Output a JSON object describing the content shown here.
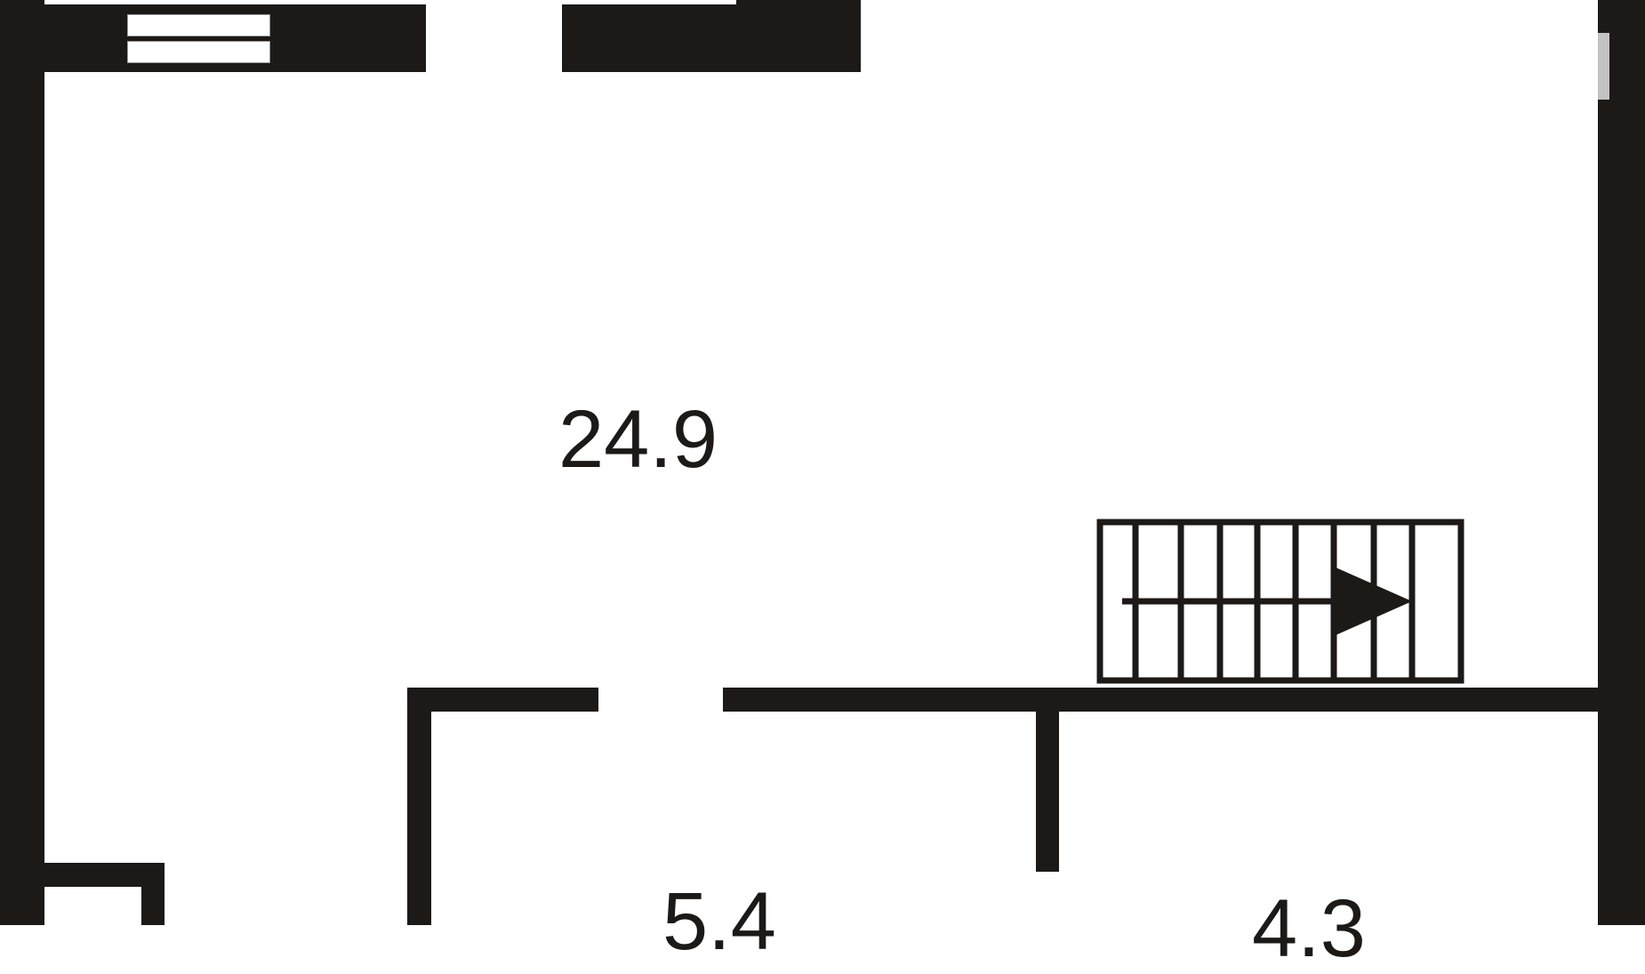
{
  "floorplan": {
    "rooms": [
      {
        "id": "main-room",
        "area_label": "24.9"
      },
      {
        "id": "room-bottom-center",
        "area_label": "5.4"
      },
      {
        "id": "room-bottom-right",
        "area_label": "4.3"
      }
    ],
    "stairs": {
      "tread_count": 9,
      "direction": "right"
    },
    "colors": {
      "wall": "#1c1917",
      "background": "#ffffff",
      "tab": "#c3c3c3"
    }
  }
}
